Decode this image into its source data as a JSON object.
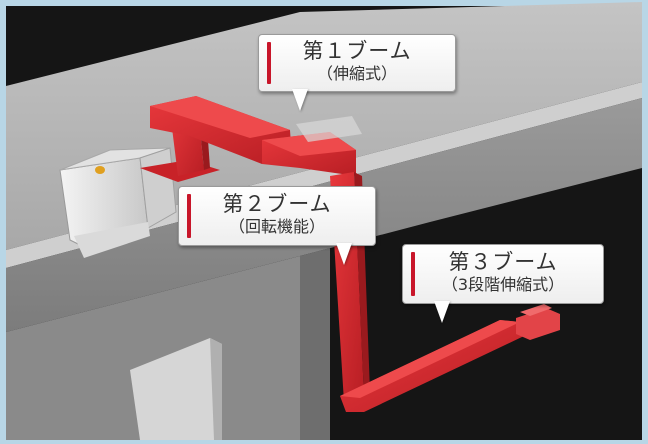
{
  "callouts": {
    "boom1": {
      "title": "第１ブーム",
      "subtitle": "（伸縮式）"
    },
    "boom2": {
      "title": "第２ブーム",
      "subtitle": "（回転機能）"
    },
    "boom3": {
      "title": "第３ブーム",
      "subtitle": "（3段階伸縮式）"
    }
  },
  "colors": {
    "frame": "#b8d6e6",
    "background": "#111111",
    "concrete_top": "#b8b8b8",
    "concrete_face": "#8c8c8c",
    "boom_red": "#d42a30",
    "boom_dark": "#9a1a1e",
    "accent_bar": "#c8162a"
  }
}
